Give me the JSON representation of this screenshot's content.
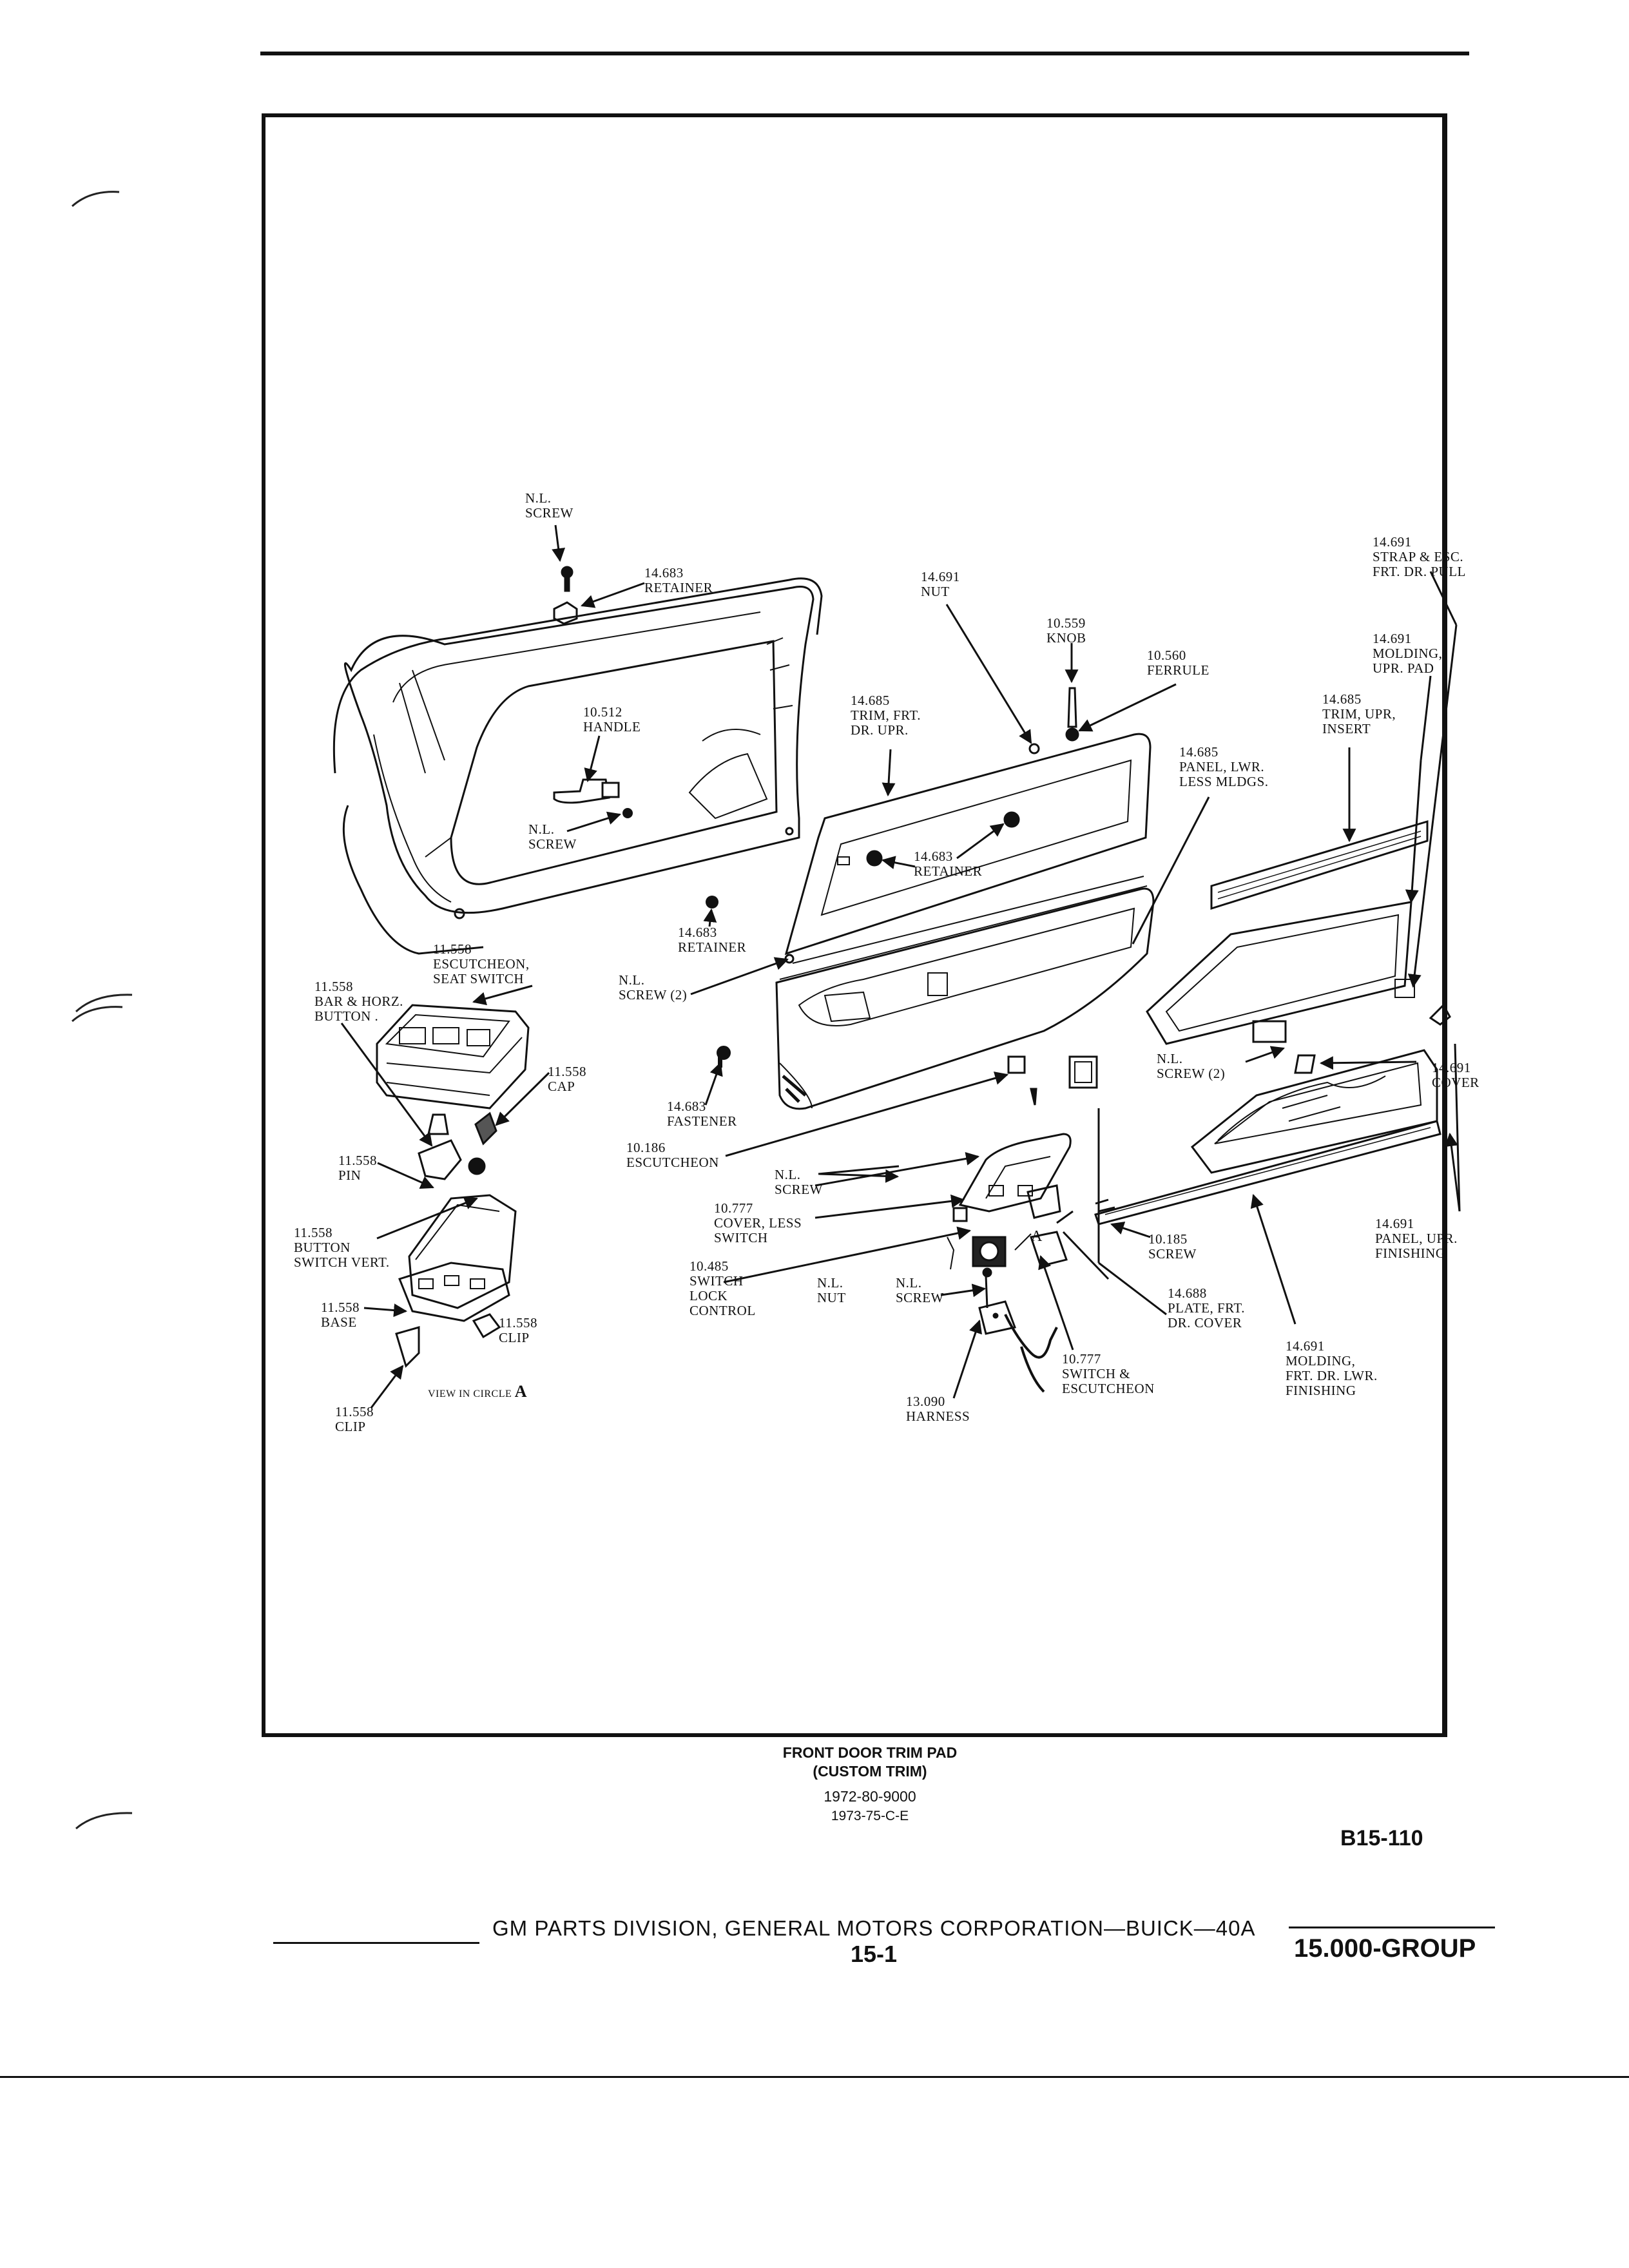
{
  "labels": {
    "nl_screw_top": "N.L.\nSCREW",
    "retainer_14683_top": "14.683\nRETAINER",
    "handle_10512": "10.512\nHANDLE",
    "nl_screw_handle": "N.L.\nSCREW",
    "nut_14691": "14.691\nNUT",
    "knob_10559": "10.559\nKNOB",
    "ferrule_10560": "10.560\nFERRULE",
    "trim_frt_dr_upr": "14.685\nTRIM, FRT.\nDR. UPR.",
    "retainer_14683_mid": "14.683\nRETAINER",
    "retainer_14683_low": "14.683\nRETAINER",
    "panel_lwr": "14.685\nPANEL, LWR.\nLESS MLDGS.",
    "strap_esc": "14.691\nSTRAP & ESC.\nFRT. DR. PULL",
    "molding_upr_pad": "14.691\nMOLDING,\nUPR. PAD",
    "trim_upr_insert": "14.685\nTRIM, UPR,\nINSERT",
    "escutcheon_seat_switch": "11.558\nESCUTCHEON,\nSEAT SWITCH",
    "bar_horz_button": "11.558\nBAR & HORZ.\nBUTTON .",
    "nl_screw_2_left": "N.L.\nSCREW (2)",
    "cap_11558": "11.558\nCAP",
    "fastener_14683": "14.683\nFASTENER",
    "nl_screw_2_right": "N.L.\nSCREW (2)",
    "cover_14691": "14.691\nCOVER",
    "escutcheon_10186": "10.186\nESCUTCHEON",
    "pin_11558": "11.558\nPIN",
    "nl_screw_mid": "N.L.\nSCREW",
    "cover_less_switch": "10.777\nCOVER, LESS\nSWITCH",
    "button_switch_vert": "11.558\nBUTTON\nSWITCH VERT.",
    "switch_lock_control": "10.485\nSWITCH\nLOCK\nCONTROL",
    "nl_nut": "N.L.\nNUT",
    "nl_screw_low": "N.L.\nSCREW",
    "screw_10185": "10.185\nSCREW",
    "panel_upr_finishing": "14.691\nPANEL, UPR.\nFINISHING",
    "base_11558": "11.558\nBASE",
    "clip_11558_a": "11.558\nCLIP",
    "plate_frt_dr_cover": "14.688\nPLATE, FRT.\nDR. COVER",
    "molding_frt_dr_lwr": "14.691\nMOLDING,\nFRT. DR. LWR.\nFINISHING",
    "view_in_circle": "VIEW IN CIRCLE",
    "view_letter": "A",
    "circle_a": "A",
    "switch_escutcheon": "10.777\nSWITCH &\nESCUTCHEON",
    "harness_13090": "13.090\nHARNESS",
    "clip_11558_b": "11.558\nCLIP"
  },
  "caption": {
    "line1": "FRONT DOOR TRIM PAD",
    "line2": "(CUSTOM TRIM)",
    "line3": "1972-80-9000",
    "line4": "1973-75-C-E"
  },
  "figure_number": "B15-110",
  "footer": {
    "company": "GM PARTS DIVISION,  GENERAL MOTORS CORPORATION—BUICK—40A",
    "page": "15-1",
    "group": "15.000-GROUP"
  }
}
